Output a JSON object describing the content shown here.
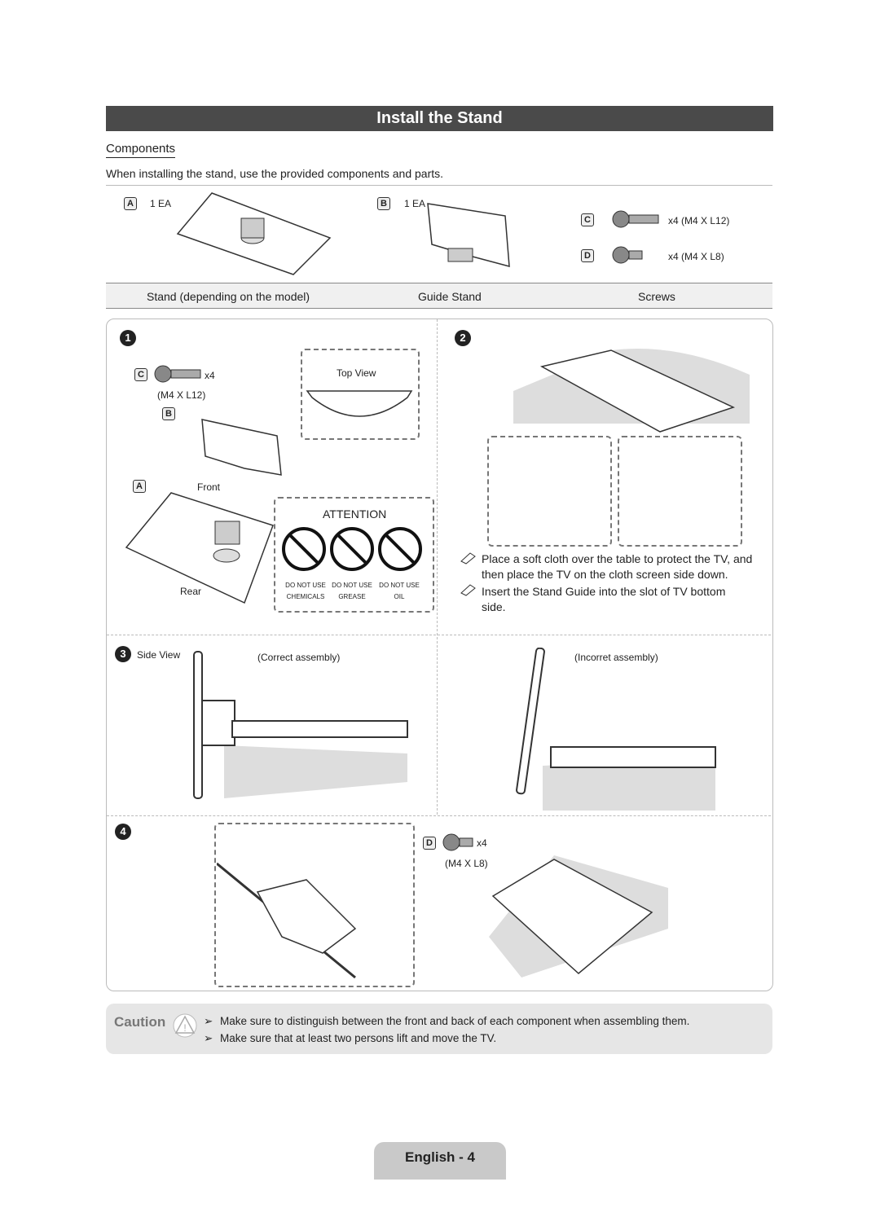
{
  "title": "Install the Stand",
  "components": {
    "heading": "Components",
    "intro": "When installing the stand, use the provided components and parts.",
    "a": {
      "badge": "A",
      "qty": "1 EA"
    },
    "b": {
      "badge": "B",
      "qty": "1 EA"
    },
    "c": {
      "badge": "C",
      "qty": "x4 (M4 X L12)"
    },
    "d": {
      "badge": "D",
      "qty": "x4 (M4 X L8)"
    },
    "labels": [
      "Stand (depending on the model)",
      "Guide Stand",
      "Screws"
    ]
  },
  "step1": {
    "num": "1",
    "c_badge": "C",
    "c_count": "x4",
    "c_spec": "(M4 X L12)",
    "b_badge": "B",
    "a_badge": "A",
    "top_view": "Top View",
    "front": "Front",
    "rear": "Rear",
    "attention": {
      "title": "ATTENTION",
      "items": [
        {
          "l1": "DO NOT USE",
          "l2": "CHEMICALS"
        },
        {
          "l1": "DO NOT USE",
          "l2": "GREASE"
        },
        {
          "l1": "DO NOT USE",
          "l2": "OIL"
        }
      ]
    }
  },
  "step2": {
    "num": "2",
    "note1": "Place a soft cloth over the table to protect the TV, and then place the TV on the cloth screen side down.",
    "note2": "Insert the Stand Guide into the slot of TV bottom side."
  },
  "step3": {
    "num": "3",
    "side_view": "Side View",
    "correct": "(Correct assembly)",
    "incorrect": "(Incorret assembly)"
  },
  "step4": {
    "num": "4",
    "d_badge": "D",
    "d_count": "x4",
    "d_spec": "(M4 X L8)"
  },
  "caution": {
    "label": "Caution",
    "lines": [
      "Make sure to distinguish between the front and back of each component when assembling them.",
      "Make sure that at least two persons lift and move the  TV."
    ]
  },
  "footer": "English - 4"
}
